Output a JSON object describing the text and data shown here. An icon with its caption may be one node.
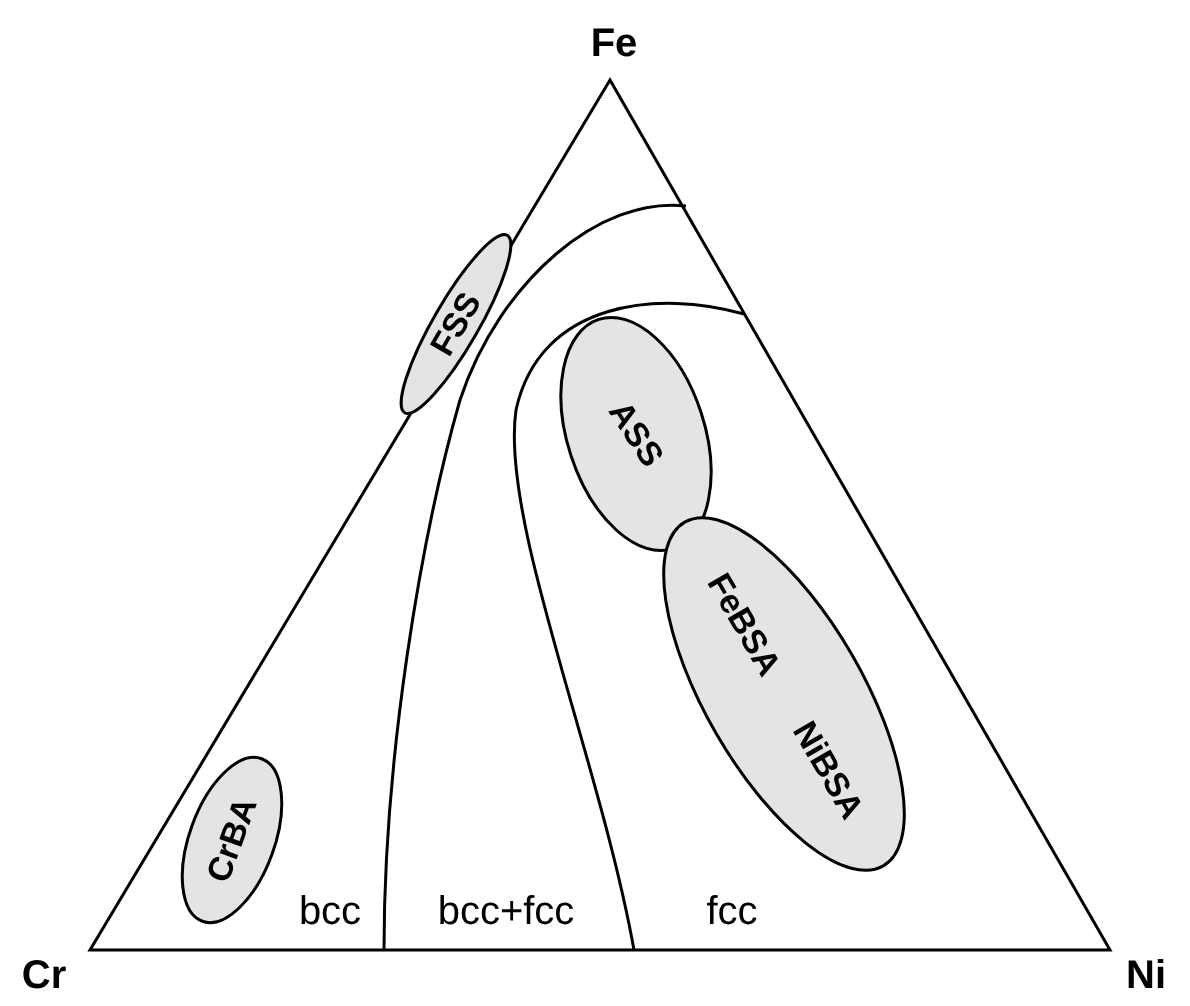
{
  "diagram": {
    "nodes": [
      {
        "text": [
          "FSS"
        ]
      },
      {
        "text": [
          "ASS"
        ]
      },
      {
        "text": [
          "FeBSA",
          "NiBSA"
        ]
      },
      {
        "text": [
          "CrBA"
        ]
      }
    ],
    "labels": [
      "Fe",
      "Cr",
      "Ni",
      "bcc",
      "bcc+fcc",
      "fcc"
    ]
  }
}
